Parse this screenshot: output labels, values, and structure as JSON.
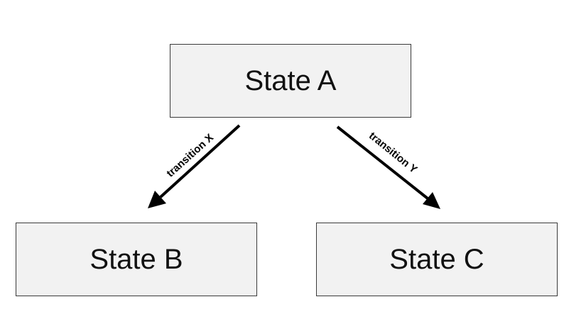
{
  "diagram": {
    "colors": {
      "box_fill": "#f2f2f2",
      "box_border": "#3a3a3a",
      "arrow": "#000000",
      "text": "#111111"
    },
    "states": {
      "a": {
        "label": "State A"
      },
      "b": {
        "label": "State B"
      },
      "c": {
        "label": "State C"
      }
    },
    "transitions": {
      "x": {
        "label": "transition X",
        "from": "State A",
        "to": "State B"
      },
      "y": {
        "label": "transition Y",
        "from": "State A",
        "to": "State C"
      }
    }
  }
}
